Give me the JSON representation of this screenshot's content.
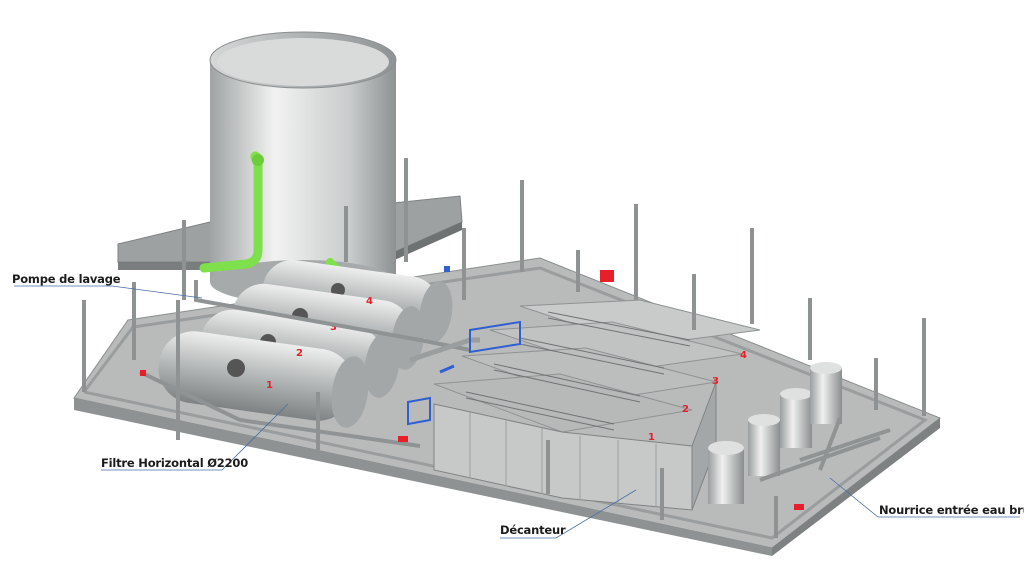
{
  "labels": {
    "pompe_lavage": "Pompe de lavage",
    "filtre": "Filtre Horizontal Ø2200",
    "decanteur": "Décanteur",
    "nourrice": "Nourrice entrée eau brute"
  },
  "filter_numbers": [
    "1",
    "2",
    "3",
    "4"
  ],
  "settler_numbers": [
    "1",
    "2",
    "3",
    "4"
  ],
  "colors": {
    "structure": "#a9abab",
    "steel": "#c4c6c6",
    "backwash_pipe": "#7ee04a",
    "valve_blue": "#2f5fd0",
    "marker_red": "#e5202b"
  }
}
